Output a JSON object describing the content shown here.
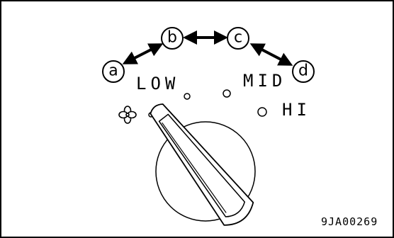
{
  "positions": [
    {
      "letter": "a"
    },
    {
      "letter": "b"
    },
    {
      "letter": "c"
    },
    {
      "letter": "d"
    }
  ],
  "speed_labels": {
    "low": "LOW",
    "mid": "MID",
    "hi": "HI"
  },
  "figure_id": "9JA00269",
  "icons": {
    "fan": "fan-icon",
    "knob": "fan-speed-knob",
    "arrow": "double-headed-arrow"
  }
}
